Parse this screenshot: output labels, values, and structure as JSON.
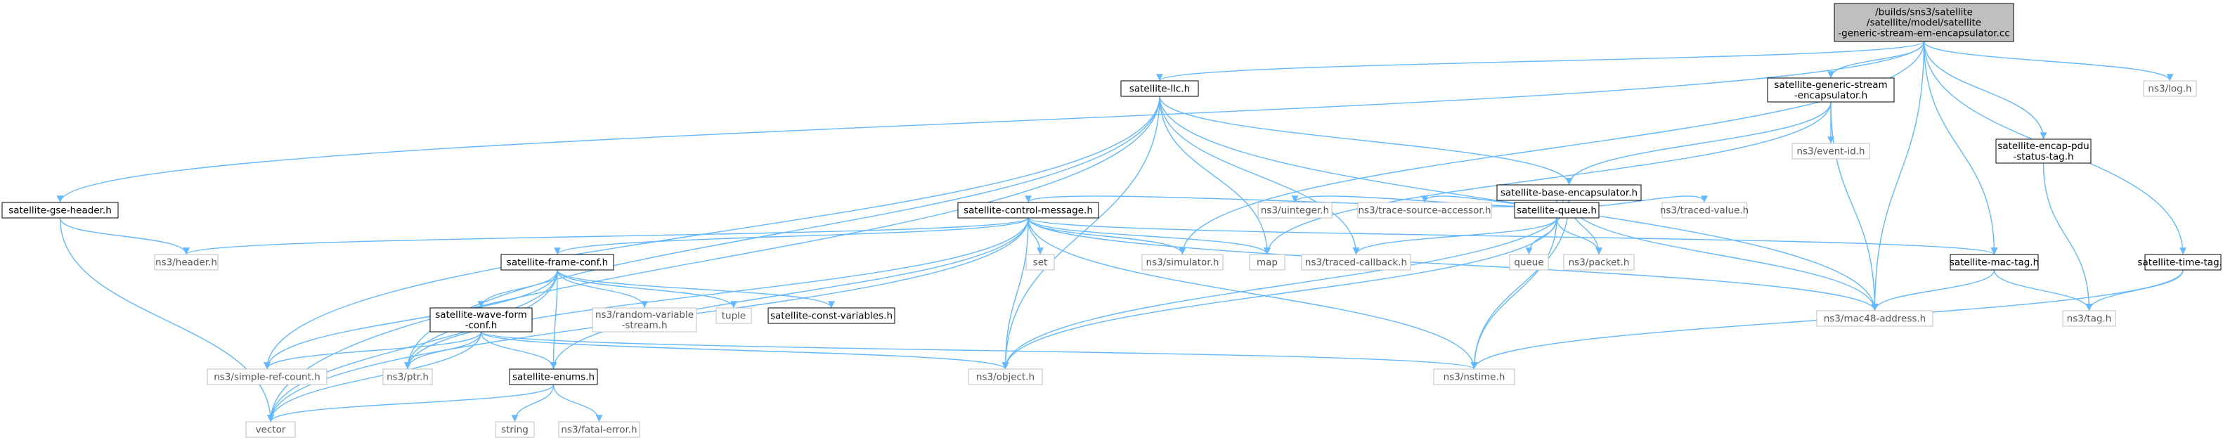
{
  "graph": {
    "colors": {
      "edge": "#63b8ff",
      "root_fill": "#bfbfbf",
      "node_fill": "#ffffff",
      "node_border": "#000000",
      "external_border": "#bfbfbf",
      "node_text": "#000000",
      "external_text": "#555555"
    },
    "nodes": [
      {
        "id": "root",
        "lines": [
          "/builds/sns3/satellite",
          "/satellite/model/satellite",
          "-generic-stream-em-encapsulator.cc"
        ],
        "kind": "root"
      },
      {
        "id": "llc",
        "lines": [
          "satellite-llc.h"
        ],
        "kind": "local"
      },
      {
        "id": "gse",
        "lines": [
          "satellite-gse-header.h"
        ],
        "kind": "local"
      },
      {
        "id": "gen",
        "lines": [
          "satellite-generic-stream",
          "-encapsulator.h"
        ],
        "kind": "local"
      },
      {
        "id": "base",
        "lines": [
          "satellite-base-encapsulator.h"
        ],
        "kind": "local"
      },
      {
        "id": "ctrl",
        "lines": [
          "satellite-control-message.h"
        ],
        "kind": "local"
      },
      {
        "id": "frame",
        "lines": [
          "satellite-frame-conf.h"
        ],
        "kind": "local"
      },
      {
        "id": "wave",
        "lines": [
          "satellite-wave-form",
          "-conf.h"
        ],
        "kind": "local"
      },
      {
        "id": "enums",
        "lines": [
          "satellite-enums.h"
        ],
        "kind": "local"
      },
      {
        "id": "constvar",
        "lines": [
          "satellite-const-variables.h"
        ],
        "kind": "local"
      },
      {
        "id": "queue",
        "lines": [
          "satellite-queue.h"
        ],
        "kind": "local"
      },
      {
        "id": "mactag",
        "lines": [
          "satellite-mac-tag.h"
        ],
        "kind": "local"
      },
      {
        "id": "encpdu",
        "lines": [
          "satellite-encap-pdu",
          "-status-tag.h"
        ],
        "kind": "local"
      },
      {
        "id": "timetag",
        "lines": [
          "satellite-time-tag.h"
        ],
        "kind": "local"
      },
      {
        "id": "log",
        "lines": [
          "ns3/log.h"
        ],
        "kind": "external"
      },
      {
        "id": "eventid",
        "lines": [
          "ns3/event-id.h"
        ],
        "kind": "external"
      },
      {
        "id": "header",
        "lines": [
          "ns3/header.h"
        ],
        "kind": "external"
      },
      {
        "id": "uint",
        "lines": [
          "ns3/uinteger.h"
        ],
        "kind": "external"
      },
      {
        "id": "tsa",
        "lines": [
          "ns3/trace-source-accessor.h"
        ],
        "kind": "external"
      },
      {
        "id": "tval",
        "lines": [
          "ns3/traced-value.h"
        ],
        "kind": "external"
      },
      {
        "id": "set",
        "lines": [
          "set"
        ],
        "kind": "external"
      },
      {
        "id": "sim",
        "lines": [
          "ns3/simulator.h"
        ],
        "kind": "external"
      },
      {
        "id": "map",
        "lines": [
          "map"
        ],
        "kind": "external"
      },
      {
        "id": "tcb",
        "lines": [
          "ns3/traced-callback.h"
        ],
        "kind": "external"
      },
      {
        "id": "qq",
        "lines": [
          "queue"
        ],
        "kind": "external"
      },
      {
        "id": "packet",
        "lines": [
          "ns3/packet.h"
        ],
        "kind": "external"
      },
      {
        "id": "rvs",
        "lines": [
          "ns3/random-variable",
          "-stream.h"
        ],
        "kind": "external"
      },
      {
        "id": "tuple",
        "lines": [
          "tuple"
        ],
        "kind": "external"
      },
      {
        "id": "mac48",
        "lines": [
          "ns3/mac48-address.h"
        ],
        "kind": "external"
      },
      {
        "id": "tag",
        "lines": [
          "ns3/tag.h"
        ],
        "kind": "external"
      },
      {
        "id": "src",
        "lines": [
          "ns3/simple-ref-count.h"
        ],
        "kind": "external"
      },
      {
        "id": "ptr",
        "lines": [
          "ns3/ptr.h"
        ],
        "kind": "external"
      },
      {
        "id": "obj",
        "lines": [
          "ns3/object.h"
        ],
        "kind": "external"
      },
      {
        "id": "nstime",
        "lines": [
          "ns3/nstime.h"
        ],
        "kind": "external"
      },
      {
        "id": "vector",
        "lines": [
          "vector"
        ],
        "kind": "external"
      },
      {
        "id": "string",
        "lines": [
          "string"
        ],
        "kind": "external"
      },
      {
        "id": "fatal",
        "lines": [
          "ns3/fatal-error.h"
        ],
        "kind": "external"
      }
    ],
    "edges": [
      [
        "root",
        "llc"
      ],
      [
        "root",
        "gen"
      ],
      [
        "root",
        "gse"
      ],
      [
        "root",
        "sim"
      ],
      [
        "root",
        "mac48"
      ],
      [
        "root",
        "encpdu"
      ],
      [
        "root",
        "mactag"
      ],
      [
        "root",
        "timetag"
      ],
      [
        "root",
        "log"
      ],
      [
        "llc",
        "base"
      ],
      [
        "llc",
        "src"
      ],
      [
        "llc",
        "vector"
      ],
      [
        "llc",
        "ptr"
      ],
      [
        "llc",
        "obj"
      ],
      [
        "llc",
        "map"
      ],
      [
        "llc",
        "tcb"
      ],
      [
        "llc",
        "mac48"
      ],
      [
        "gse",
        "header"
      ],
      [
        "gse",
        "vector"
      ],
      [
        "gen",
        "base"
      ],
      [
        "gen",
        "eventid"
      ],
      [
        "gen",
        "map"
      ],
      [
        "gen",
        "mac48"
      ],
      [
        "base",
        "ctrl"
      ],
      [
        "base",
        "queue"
      ],
      [
        "base",
        "obj"
      ],
      [
        "base",
        "uint"
      ],
      [
        "base",
        "tsa"
      ],
      [
        "base",
        "tval"
      ],
      [
        "base",
        "packet"
      ],
      [
        "base",
        "mac48"
      ],
      [
        "base",
        "nstime"
      ],
      [
        "ctrl",
        "header"
      ],
      [
        "ctrl",
        "frame"
      ],
      [
        "ctrl",
        "set"
      ],
      [
        "ctrl",
        "sim"
      ],
      [
        "ctrl",
        "map"
      ],
      [
        "ctrl",
        "obj"
      ],
      [
        "ctrl",
        "mac48"
      ],
      [
        "ctrl",
        "nstime"
      ],
      [
        "ctrl",
        "enums"
      ],
      [
        "ctrl",
        "ptr"
      ],
      [
        "ctrl",
        "vector"
      ],
      [
        "ctrl",
        "mactag"
      ],
      [
        "frame",
        "wave"
      ],
      [
        "frame",
        "enums"
      ],
      [
        "frame",
        "rvs"
      ],
      [
        "frame",
        "tuple"
      ],
      [
        "frame",
        "constvar"
      ],
      [
        "frame",
        "src"
      ],
      [
        "frame",
        "ptr"
      ],
      [
        "frame",
        "vector"
      ],
      [
        "wave",
        "enums"
      ],
      [
        "wave",
        "src"
      ],
      [
        "wave",
        "ptr"
      ],
      [
        "wave",
        "obj"
      ],
      [
        "wave",
        "nstime"
      ],
      [
        "wave",
        "vector"
      ],
      [
        "enums",
        "vector"
      ],
      [
        "enums",
        "string"
      ],
      [
        "enums",
        "fatal"
      ],
      [
        "queue",
        "tcb"
      ],
      [
        "queue",
        "qq"
      ],
      [
        "queue",
        "packet"
      ],
      [
        "queue",
        "nstime"
      ],
      [
        "queue",
        "obj"
      ],
      [
        "mactag",
        "mac48"
      ],
      [
        "mactag",
        "tag"
      ],
      [
        "encpdu",
        "tag"
      ],
      [
        "timetag",
        "tag"
      ],
      [
        "timetag",
        "nstime"
      ]
    ]
  }
}
